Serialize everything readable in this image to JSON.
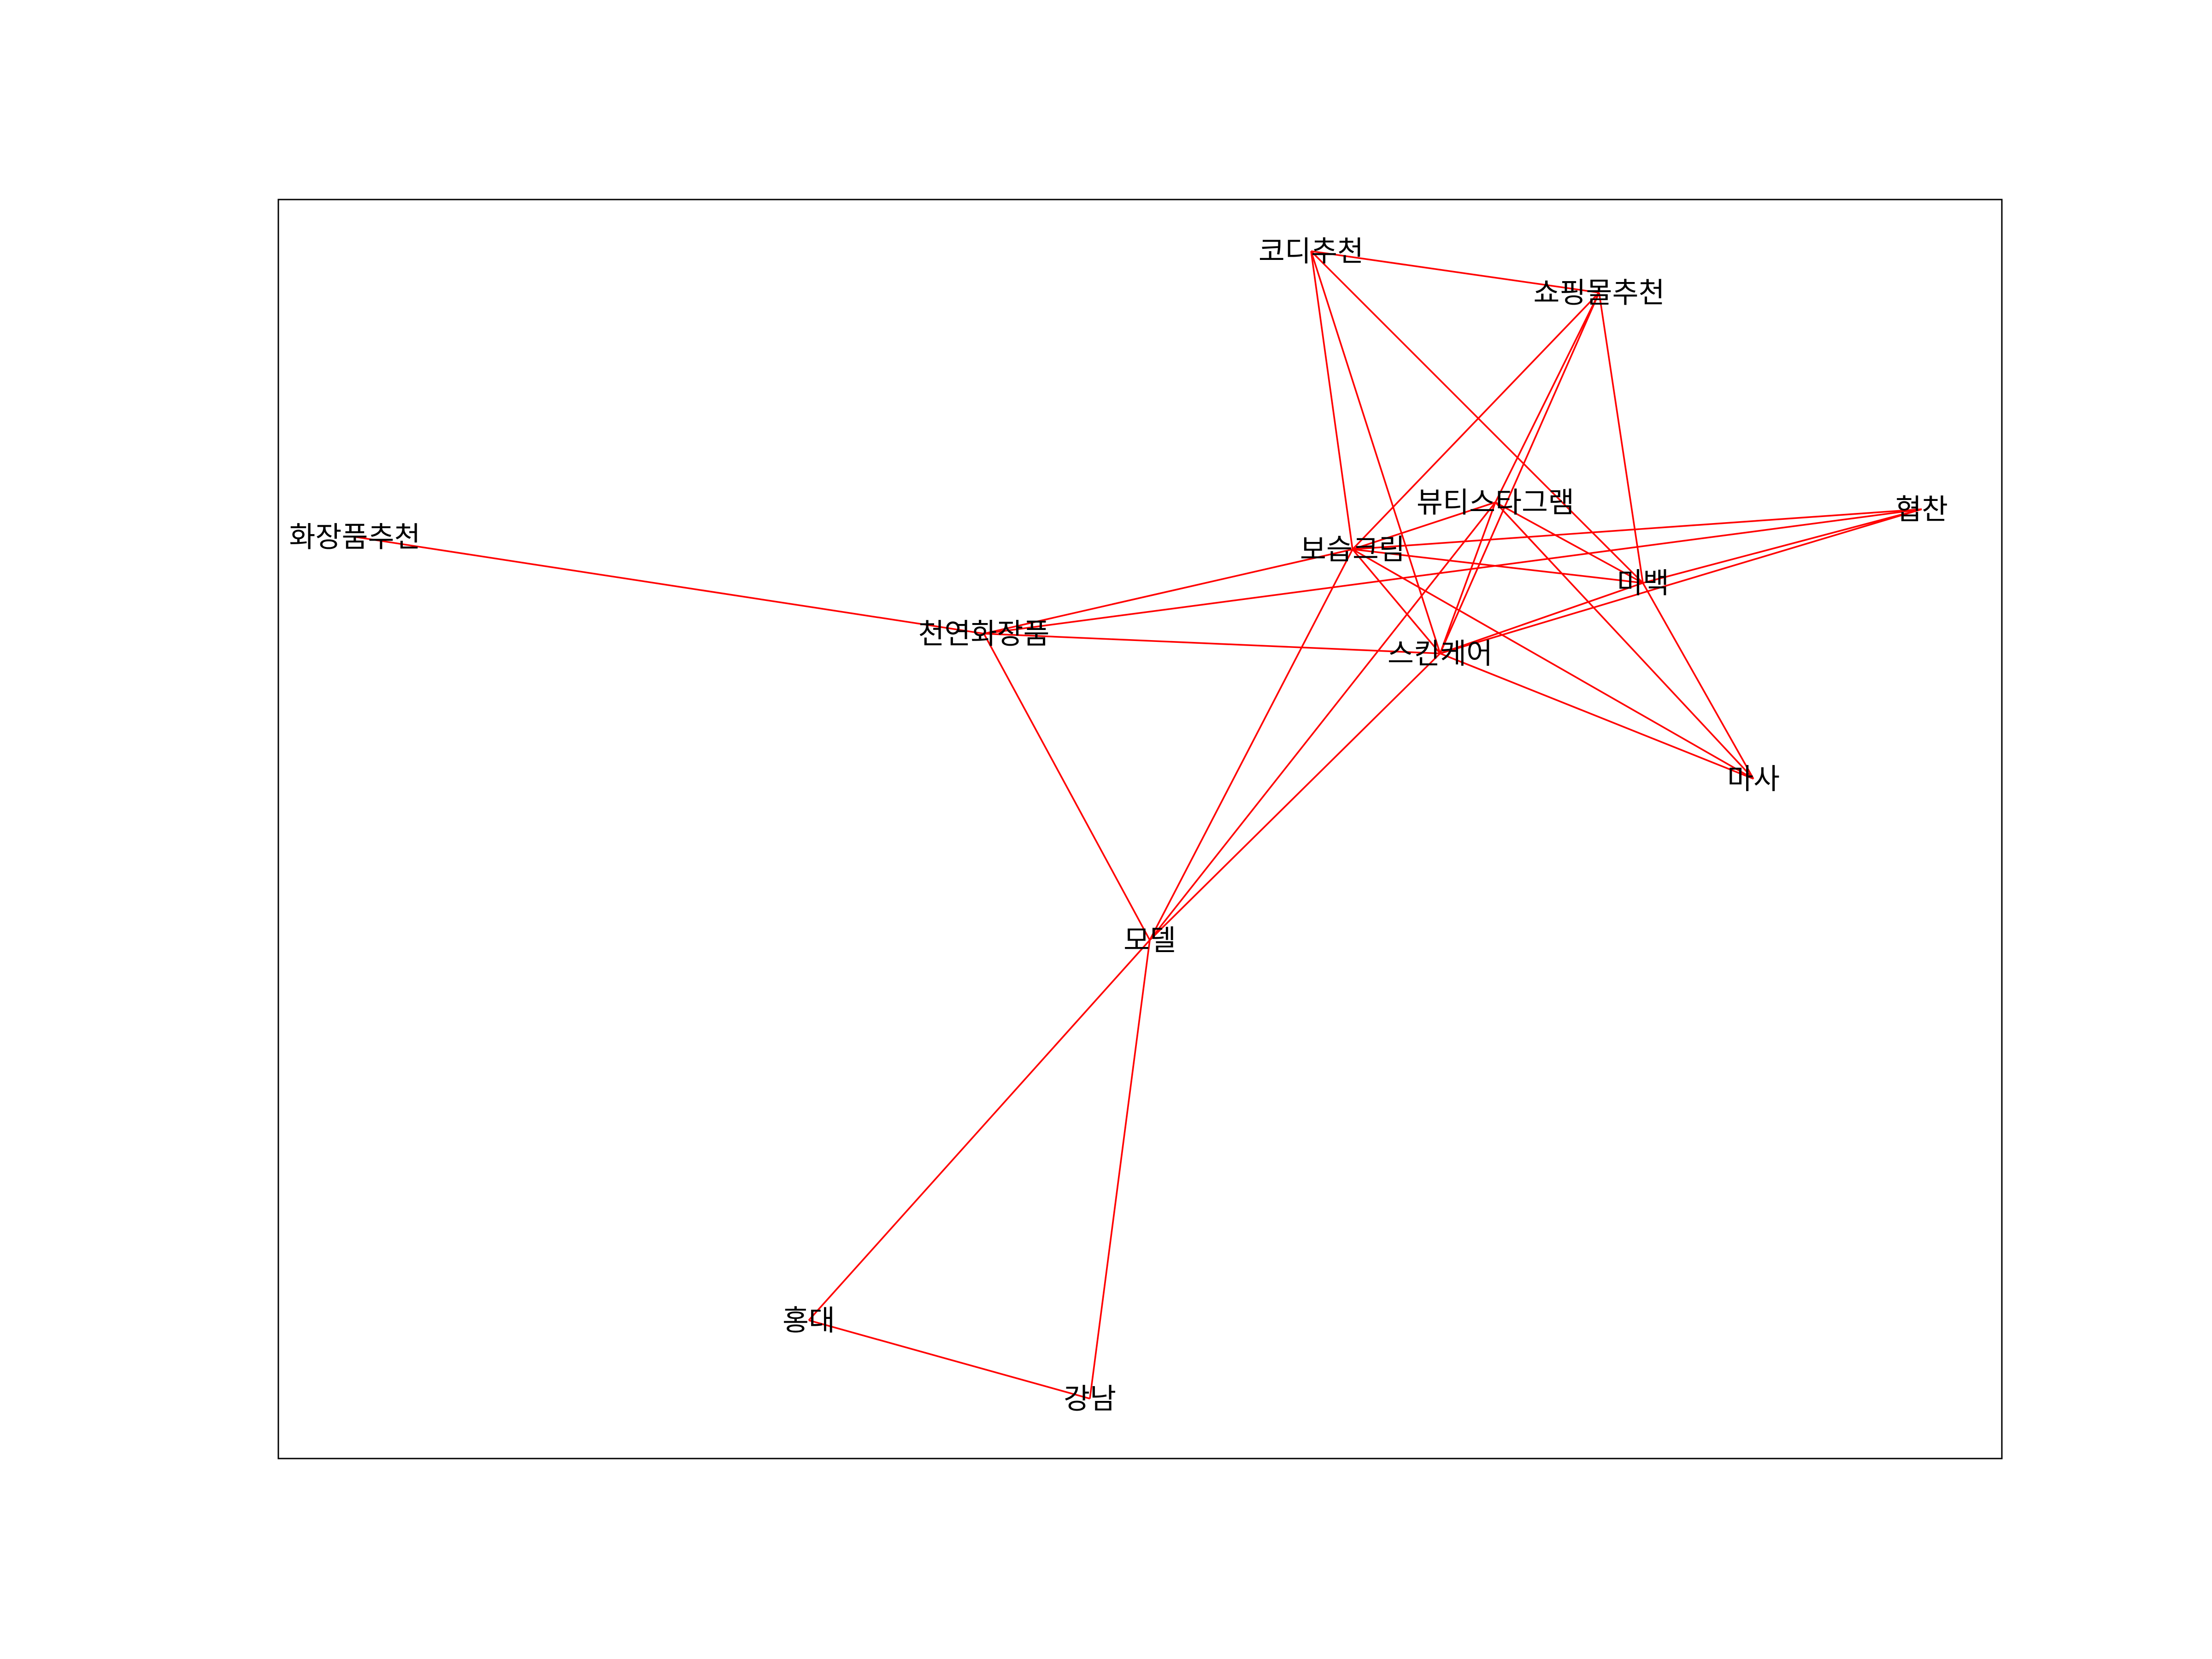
{
  "graph": {
    "edge_color": "#ff0000",
    "label_color": "#000000",
    "frame_color": "#000000",
    "nodes": [
      {
        "id": "n0",
        "label": "화장품추천"
      },
      {
        "id": "n1",
        "label": "천연화장품"
      },
      {
        "id": "n2",
        "label": "보습크림"
      },
      {
        "id": "n3",
        "label": "스킨케어"
      },
      {
        "id": "n4",
        "label": "뷰티스타그램"
      },
      {
        "id": "n5",
        "label": "코디추천"
      },
      {
        "id": "n6",
        "label": "쇼핑몰추천"
      },
      {
        "id": "n7",
        "label": "협찬"
      },
      {
        "id": "n8",
        "label": "미백"
      },
      {
        "id": "n9",
        "label": "마사"
      },
      {
        "id": "n10",
        "label": "모델"
      },
      {
        "id": "n11",
        "label": "홍대"
      },
      {
        "id": "n12",
        "label": "강남"
      }
    ],
    "edges": [
      [
        "n0",
        "n1"
      ],
      [
        "n1",
        "n2"
      ],
      [
        "n1",
        "n3"
      ],
      [
        "n1",
        "n7"
      ],
      [
        "n1",
        "n10"
      ],
      [
        "n5",
        "n6"
      ],
      [
        "n5",
        "n2"
      ],
      [
        "n5",
        "n3"
      ],
      [
        "n5",
        "n8"
      ],
      [
        "n6",
        "n2"
      ],
      [
        "n6",
        "n3"
      ],
      [
        "n6",
        "n4"
      ],
      [
        "n6",
        "n8"
      ],
      [
        "n4",
        "n2"
      ],
      [
        "n4",
        "n3"
      ],
      [
        "n4",
        "n8"
      ],
      [
        "n4",
        "n9"
      ],
      [
        "n2",
        "n7"
      ],
      [
        "n2",
        "n8"
      ],
      [
        "n2",
        "n3"
      ],
      [
        "n2",
        "n9"
      ],
      [
        "n2",
        "n10"
      ],
      [
        "n7",
        "n3"
      ],
      [
        "n7",
        "n8"
      ],
      [
        "n8",
        "n3"
      ],
      [
        "n8",
        "n9"
      ],
      [
        "n3",
        "n9"
      ],
      [
        "n3",
        "n10"
      ],
      [
        "n4",
        "n10"
      ],
      [
        "n10",
        "n11"
      ],
      [
        "n10",
        "n12"
      ],
      [
        "n11",
        "n12"
      ]
    ]
  }
}
